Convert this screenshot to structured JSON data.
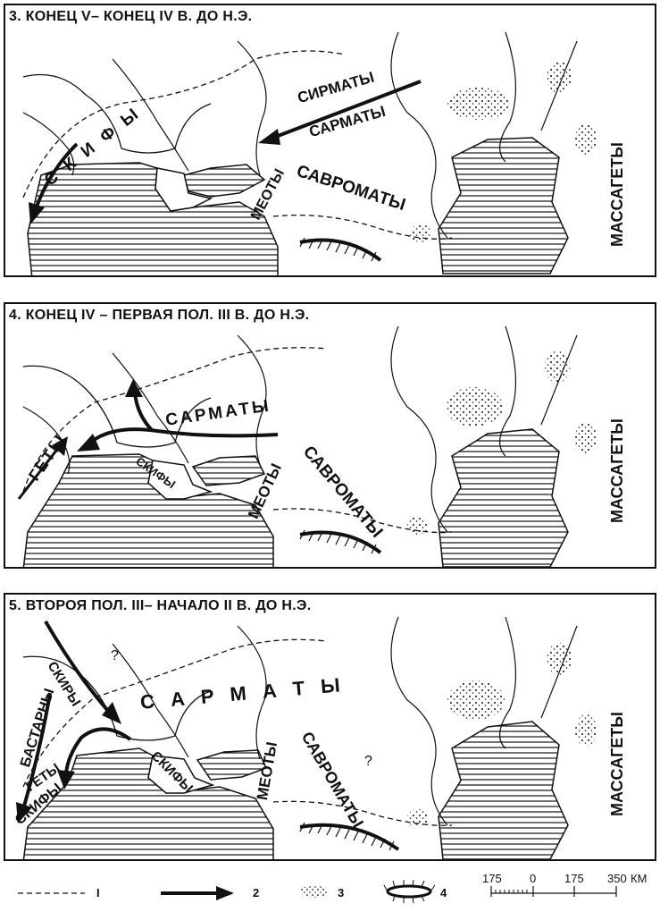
{
  "panels": [
    {
      "title": "3. КОНЕЦ V– КОНЕЦ IV В. ДО Н.Э.",
      "labels": {
        "sirmaty": "СИРМАТЫ",
        "sarmaty": "САРМАТЫ",
        "skify": "С К И Ф Ы",
        "meoty": "МЕОТЫ",
        "savromaty": "САВРОМАТЫ",
        "massagety": "МАССАГЕТЫ"
      }
    },
    {
      "title": "4. КОНЕЦ IV – ПЕРВАЯ ПОЛ. III В. ДО Н.Э.",
      "labels": {
        "gety": "ГЕТЫ",
        "sarmaty": "САРМАТЫ",
        "skify": "СКИФЫ",
        "meoty": "МЕОТЫ",
        "savromaty": "САВРОМАТЫ",
        "massagety": "МАССАГЕТЫ"
      }
    },
    {
      "title": "5. ВТОРОЯ ПОЛ. III– НАЧАЛО II В. ДО Н.Э.",
      "labels": {
        "skiry": "СКИРЫ",
        "bastarny": "БАСТАРНЫ",
        "gety": "ГЕТЫ",
        "skify_w": "СКИФЫ",
        "sarmaty": "С А Р М А Т Ы",
        "skify_c": "СКИФЫ",
        "meoty": "МЕОТЫ",
        "savromaty": "САВРОМАТЫ",
        "massagety": "МАССАГЕТЫ",
        "q1": "?",
        "q2": "?"
      }
    }
  ],
  "legend": {
    "item1": "I",
    "item2": "2",
    "item3": "3",
    "item4": "4",
    "scale_ticks": [
      "175",
      "0",
      "175",
      "350"
    ],
    "scale_unit": "КМ"
  }
}
